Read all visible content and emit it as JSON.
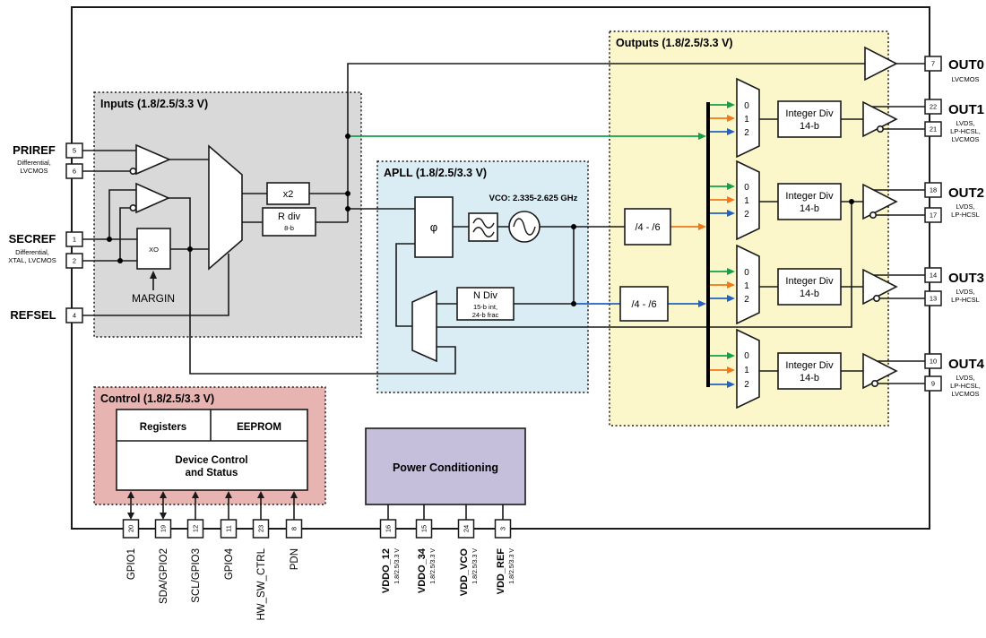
{
  "regions": {
    "inputs": {
      "title": "Inputs (1.8/2.5/3.3 V)",
      "fill": "#d9d9d9"
    },
    "apll": {
      "title": "APLL (1.8/2.5/3.3 V)",
      "fill": "#daecf4"
    },
    "outputs": {
      "title": "Outputs (1.8/2.5/3.3 V)",
      "fill": "#fbf7cb"
    },
    "control": {
      "title": "Control (1.8/2.5/3.3 V)",
      "fill": "#e7b4b1"
    },
    "power": {
      "title": "Power Conditioning",
      "fill": "#c6bfdc"
    }
  },
  "blocks": {
    "xo": "XO",
    "margin": "MARGIN",
    "x2": "x2",
    "rdiv": "R div",
    "rdiv_bits": "8-b",
    "pfd": "φ",
    "vco_label": "VCO: 2.335-2.625 GHz",
    "ndiv": "N Div",
    "ndiv_bits1": "15-b int,",
    "ndiv_bits2": "24-b frac",
    "div46_a": "/4 - /6",
    "div46_b": "/4 - /6",
    "intdiv": "Integer Div",
    "intdiv_bits": "14-b",
    "mux0": "0",
    "mux1": "1",
    "mux2": "2"
  },
  "control": {
    "registers": "Registers",
    "eeprom": "EEPROM",
    "devctl_line1": "Device Control",
    "devctl_line2": "and Status"
  },
  "left_ports": [
    {
      "label": "PRIREF",
      "sub1": "Differential,",
      "sub2": "LVCMOS",
      "pin_top": "5",
      "pin_bot": "6"
    },
    {
      "label": "SECREF",
      "sub1": "Differential,",
      "sub2": "XTAL, LVCMOS",
      "pin_top": "1",
      "pin_bot": "2"
    },
    {
      "label": "REFSEL",
      "pin_top": "4"
    }
  ],
  "right_ports": [
    {
      "label": "OUT0",
      "pins": [
        "7"
      ],
      "types": [
        "LVCMOS"
      ]
    },
    {
      "label": "OUT1",
      "pins": [
        "22",
        "21"
      ],
      "types": [
        "LVDS,",
        "LP-HCSL,",
        "LVCMOS"
      ]
    },
    {
      "label": "OUT2",
      "pins": [
        "18",
        "17"
      ],
      "types": [
        "LVDS,",
        "LP-HCSL"
      ]
    },
    {
      "label": "OUT3",
      "pins": [
        "14",
        "13"
      ],
      "types": [
        "LVDS,",
        "LP-HCSL"
      ]
    },
    {
      "label": "OUT4",
      "pins": [
        "10",
        "9"
      ],
      "types": [
        "LVDS,",
        "LP-HCSL,",
        "LVCMOS"
      ]
    }
  ],
  "bottom_pins": [
    {
      "num": "20",
      "label": "GPIO1"
    },
    {
      "num": "19",
      "label": "SDA/GPIO2"
    },
    {
      "num": "12",
      "label": "SCL/GPIO3"
    },
    {
      "num": "11",
      "label": "GPIO4"
    },
    {
      "num": "23",
      "label": "HW_SW_CTRL"
    },
    {
      "num": "8",
      "label": "PDN"
    }
  ],
  "power_pins": [
    {
      "num": "16",
      "label": "VDDO_12",
      "sub": "1.8/2.5/3.3 V"
    },
    {
      "num": "15",
      "label": "VDDO_34",
      "sub": "1.8/2.5/3.3 V"
    },
    {
      "num": "24",
      "label": "VDD_VCO",
      "sub": "1.8/2.5/3.3 V"
    },
    {
      "num": "3",
      "label": "VDD_REF",
      "sub": "1.8/2.5/3.3 V"
    }
  ],
  "wire_colors": {
    "green": "#12a14b",
    "orange": "#f07818",
    "blue": "#2163c4"
  }
}
